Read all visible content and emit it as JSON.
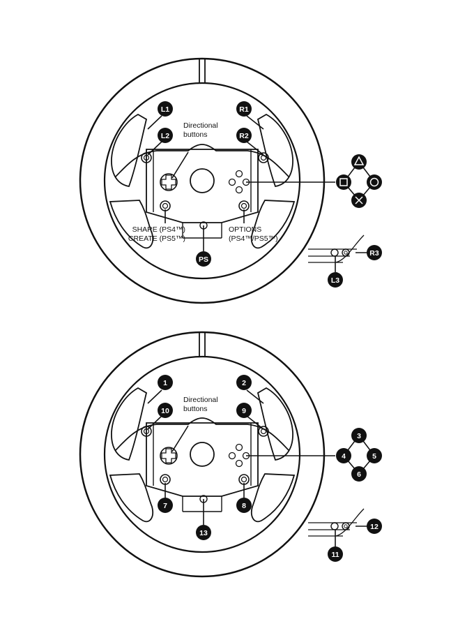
{
  "colors": {
    "ink": "#111111",
    "paper": "#ffffff"
  },
  "top_diagram": {
    "labels": {
      "directional_line1": "Directional",
      "directional_line2": "buttons",
      "share_line1": "SHARE (PS4™)",
      "share_line2": "CREATE (PS5™)",
      "options_line1": "OPTIONS",
      "options_line2": "(PS4™/PS5™)"
    },
    "badges": {
      "l1": "L1",
      "l2": "L2",
      "r1": "R1",
      "r2": "R2",
      "ps": "PS",
      "r3": "R3",
      "l3": "L3"
    },
    "face_buttons": [
      "triangle-icon",
      "square-icon",
      "circle-icon",
      "cross-icon"
    ]
  },
  "bottom_diagram": {
    "labels": {
      "directional_line1": "Directional",
      "directional_line2": "buttons"
    },
    "badges": {
      "b1": "1",
      "b2": "2",
      "b10": "10",
      "b9": "9",
      "b7": "7",
      "b8": "8",
      "b13": "13",
      "b3": "3",
      "b4": "4",
      "b5": "5",
      "b6": "6",
      "b12": "12",
      "b11": "11"
    }
  }
}
